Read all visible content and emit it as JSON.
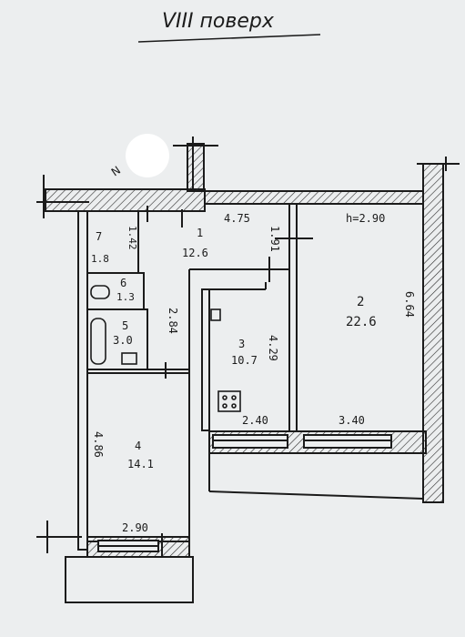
{
  "title": "VIII поверх",
  "north_mark": "N",
  "ceiling_height": "h=2.90",
  "rooms": [
    {
      "id": "1",
      "area": "12.6"
    },
    {
      "id": "2",
      "area": "22.6"
    },
    {
      "id": "3",
      "area": "10.7"
    },
    {
      "id": "4",
      "area": "14.1"
    },
    {
      "id": "5",
      "area": "3.0"
    },
    {
      "id": "6",
      "area": "1.3"
    },
    {
      "id": "7",
      "area": "1.8"
    }
  ],
  "dimensions": {
    "d_4_75": "4.75",
    "d_1_91": "1.91",
    "d_6_64": "6.64",
    "d_4_29": "4.29",
    "d_2_40": "2.40",
    "d_3_40": "3.40",
    "d_2_84": "2.84",
    "d_4_86": "4.86",
    "d_2_90": "2.90",
    "d_1_42": "1.42"
  },
  "colors": {
    "paper": "#eceeef",
    "ink": "#1b1b1b",
    "hatch": "#2a2a2a"
  }
}
